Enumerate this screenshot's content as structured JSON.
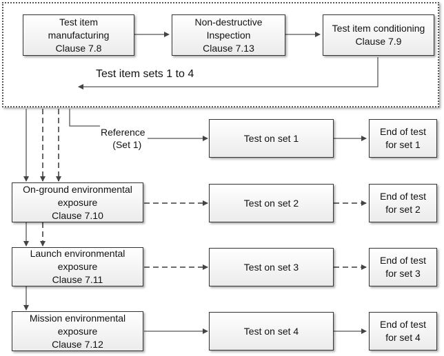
{
  "top_row": {
    "manufacturing": {
      "line1": "Test item",
      "line2": "manufacturing",
      "line3": "Clause 7.8"
    },
    "inspection": {
      "line1": "Non-destructive",
      "line2": "Inspection",
      "line3": "Clause 7.13"
    },
    "conditioning": {
      "line1": "Test item conditioning",
      "line2": "Clause 7.9"
    }
  },
  "sets_label": "Test item sets 1 to 4",
  "reference_label": {
    "line1": "Reference",
    "line2": "(Set 1)"
  },
  "exposures": [
    {
      "line1": "On-ground environmental",
      "line2": "exposure",
      "line3": "Clause 7.10"
    },
    {
      "line1": "Launch environmental",
      "line2": "exposure",
      "line3": "Clause 7.11"
    },
    {
      "line1": "Mission environmental",
      "line2": "exposure",
      "line3": "Clause 7.12"
    }
  ],
  "tests": [
    "Test on set 1",
    "Test on set 2",
    "Test on set 3",
    "Test on set 4"
  ],
  "ends": [
    {
      "line1": "End of test",
      "line2": "for set 1"
    },
    {
      "line1": "End of test",
      "line2": "for set 2"
    },
    {
      "line1": "End of test",
      "line2": "for set 3"
    },
    {
      "line1": "End of test",
      "line2": "for set 4"
    }
  ]
}
